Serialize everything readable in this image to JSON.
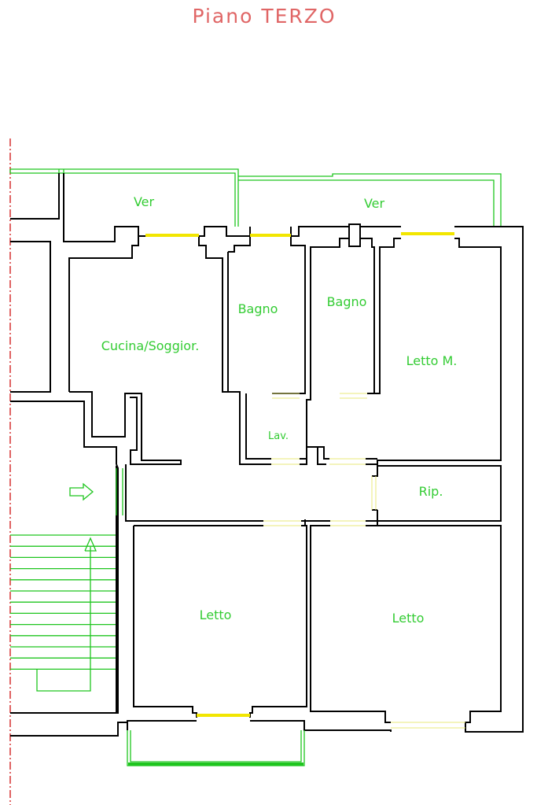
{
  "title": "Piano TERZO",
  "rooms": {
    "ver_left": "Ver",
    "ver_right": "Ver",
    "cucina": "Cucina/Soggior.",
    "bagno_1": "Bagno",
    "bagno_2": "Bagno",
    "letto_m": "Letto M.",
    "lav": "Lav.",
    "rip": "Rip.",
    "letto_left": "Letto",
    "letto_right": "Letto"
  },
  "colors": {
    "title": "#e06666",
    "labels": "#33cc33",
    "green_lines": "#1ec51e",
    "windows": "#f2e600",
    "doors": "#e8e87a",
    "walls": "#000000",
    "axis_line": "#d01010"
  }
}
